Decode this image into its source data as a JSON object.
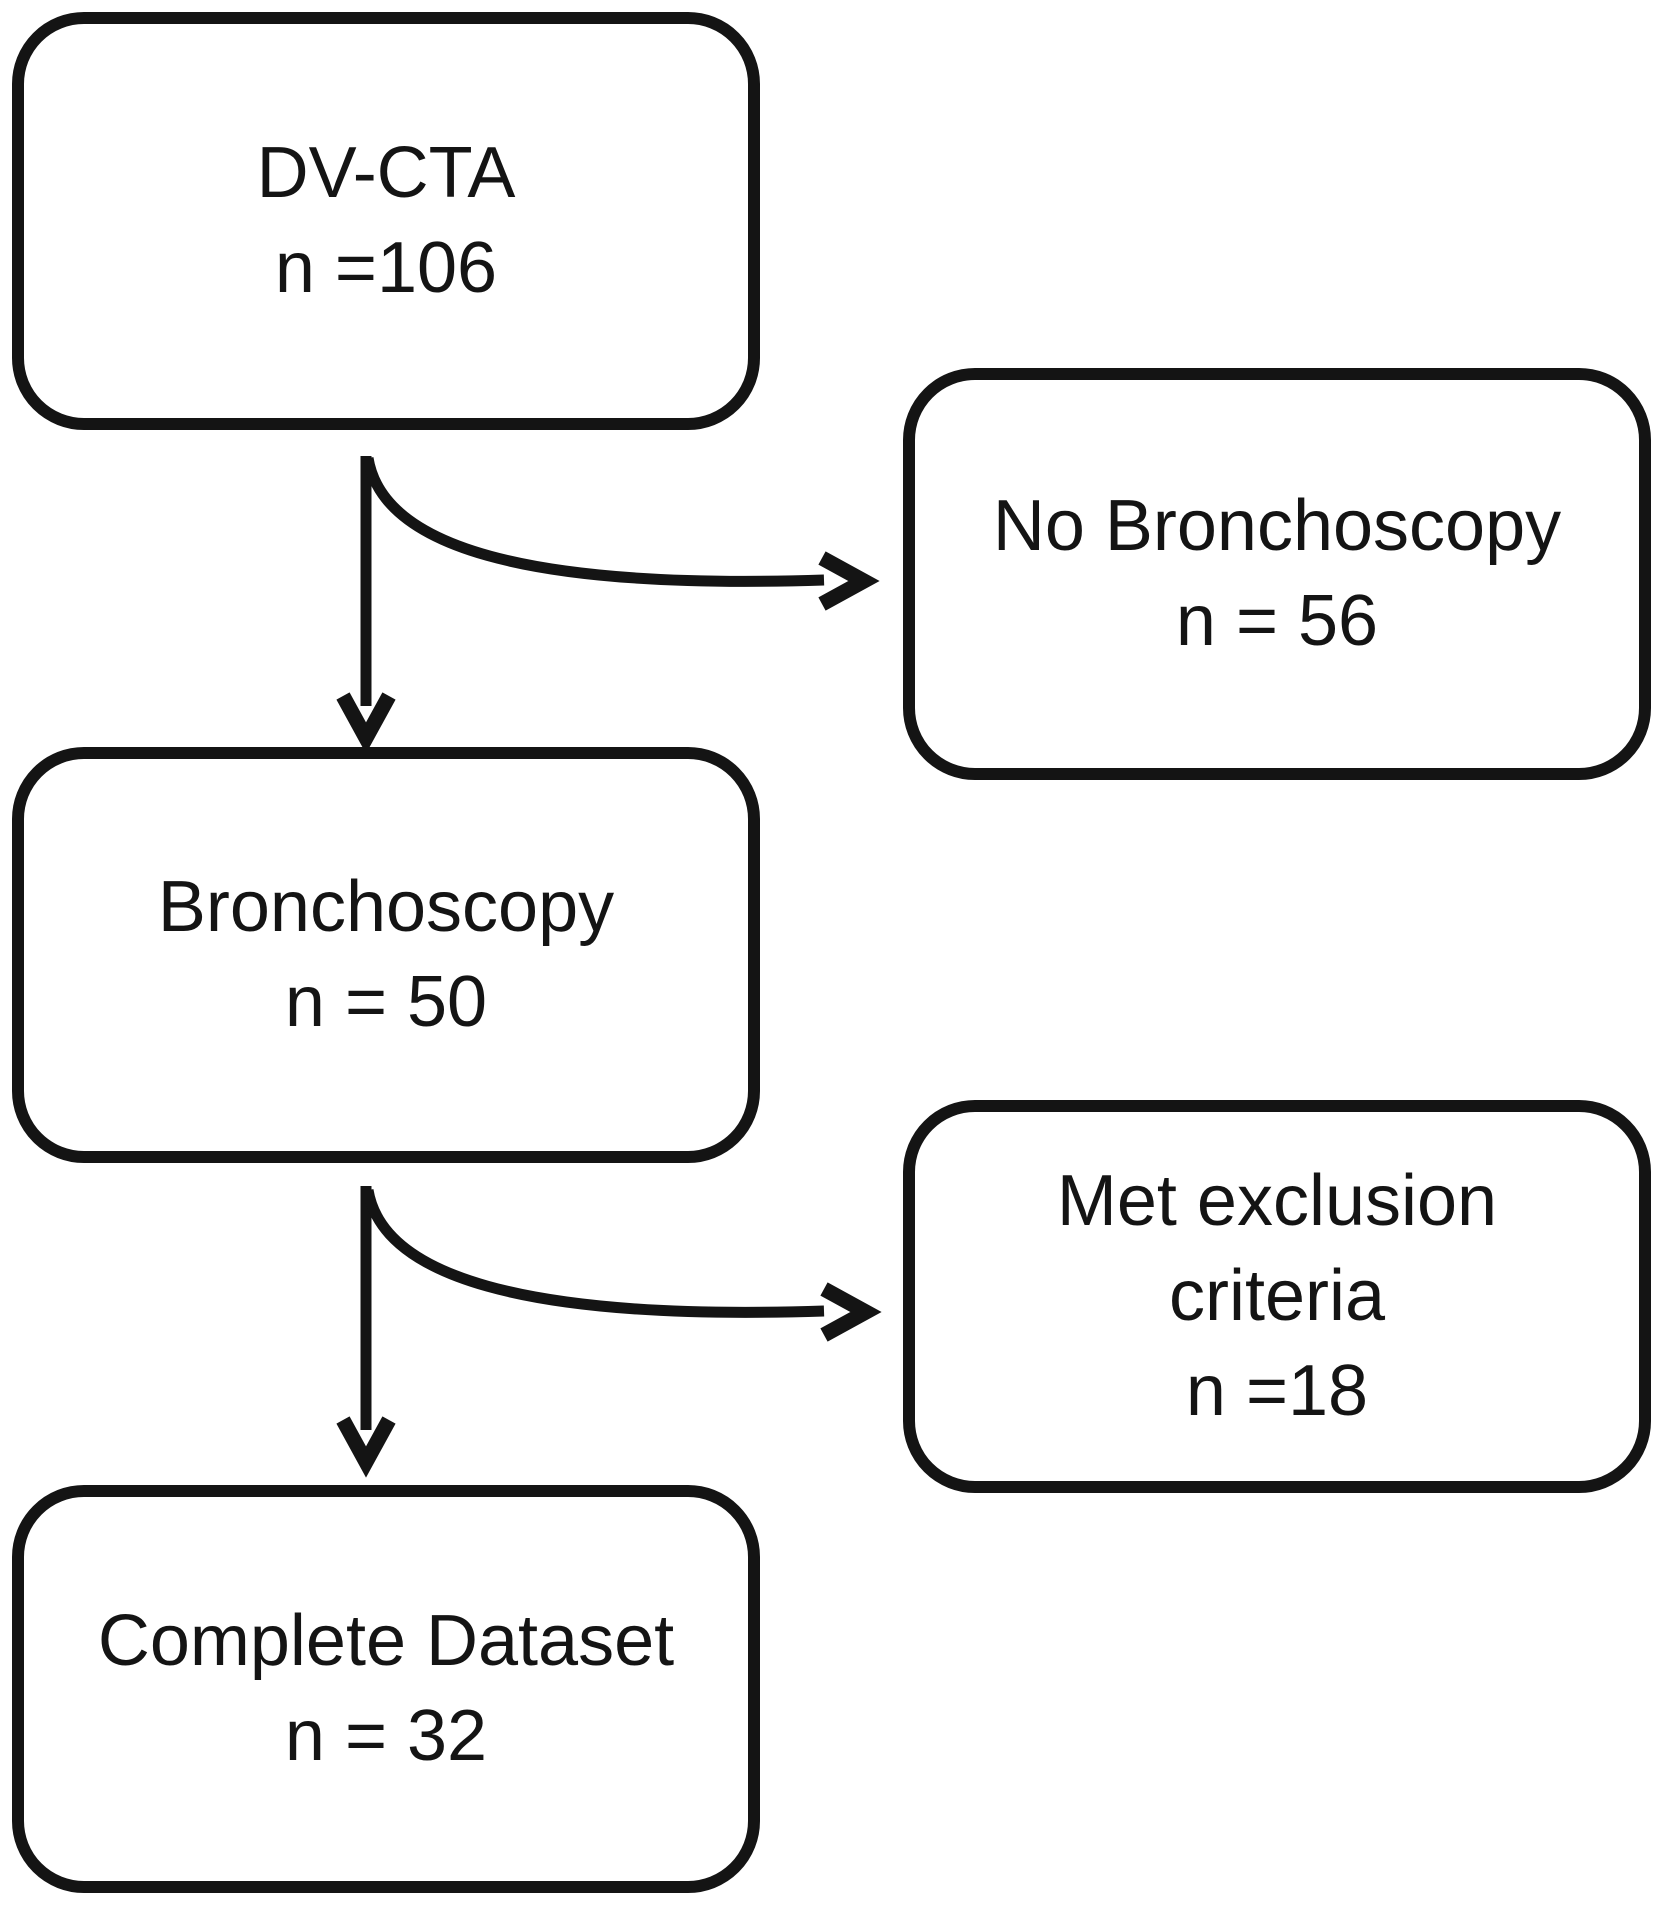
{
  "diagram": {
    "type": "flowchart",
    "background_color": "#ffffff",
    "line_color": "#141414",
    "nodes": [
      {
        "id": "dv-cta",
        "lines": [
          "DV-CTA",
          "n =106"
        ]
      },
      {
        "id": "no-bronchoscopy",
        "lines": [
          "No Bronchoscopy",
          "n = 56"
        ]
      },
      {
        "id": "bronchoscopy",
        "lines": [
          "Bronchoscopy",
          "n = 50"
        ]
      },
      {
        "id": "met-exclusion",
        "lines": [
          "Met exclusion",
          "criteria",
          "n =18"
        ]
      },
      {
        "id": "complete-dataset",
        "lines": [
          "Complete Dataset",
          "n = 32"
        ]
      }
    ],
    "edges": [
      {
        "from": "dv-cta",
        "to": "bronchoscopy",
        "style": "straight-down-arrow"
      },
      {
        "from": "dv-cta",
        "to": "no-bronchoscopy",
        "style": "curved-right-arrow"
      },
      {
        "from": "bronchoscopy",
        "to": "complete-dataset",
        "style": "straight-down-arrow"
      },
      {
        "from": "bronchoscopy",
        "to": "met-exclusion",
        "style": "curved-right-arrow"
      }
    ]
  }
}
